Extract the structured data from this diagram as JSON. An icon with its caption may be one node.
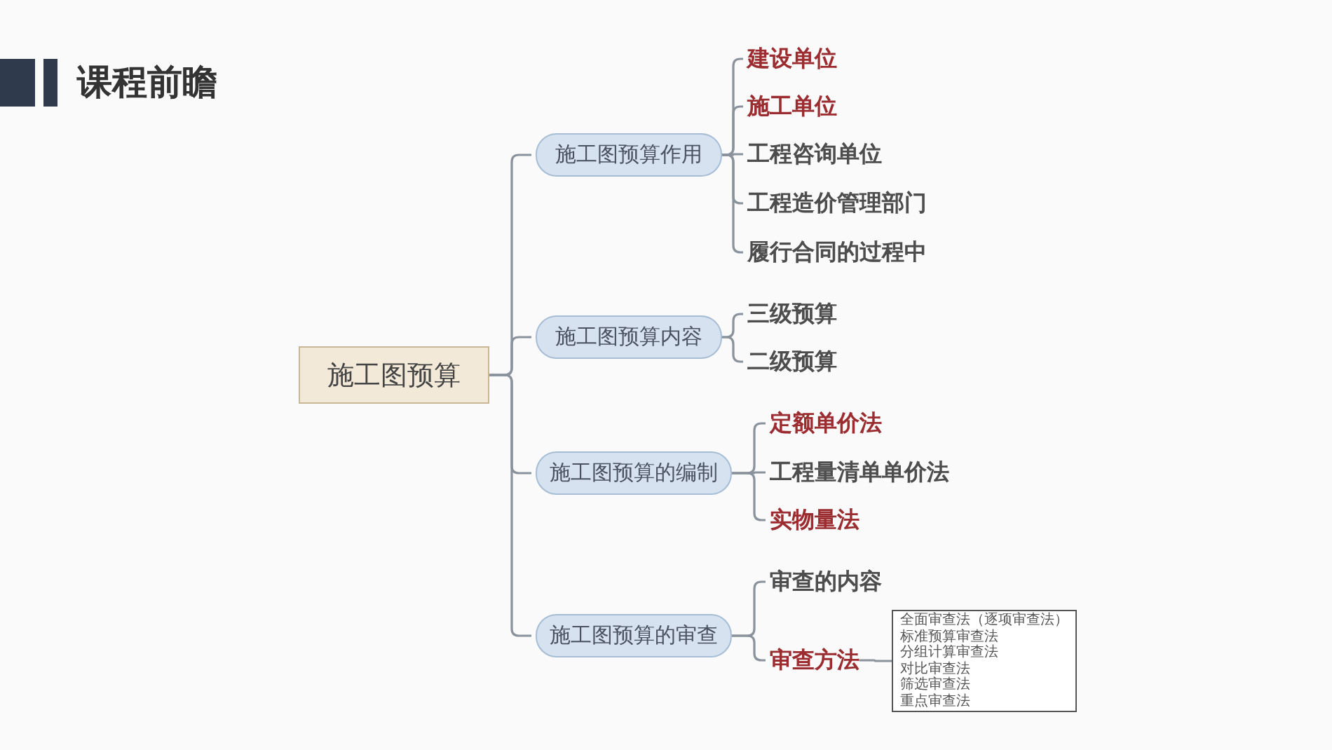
{
  "diagram": {
    "title": "课程前瞻",
    "nodes": [
      {
        "text": [
          "施工图预算"
        ]
      },
      {
        "text": [
          "施工图预算作用"
        ]
      },
      {
        "text": [
          "建设单位"
        ]
      },
      {
        "text": [
          "施工单位"
        ]
      },
      {
        "text": [
          "工程咨询单位"
        ]
      },
      {
        "text": [
          "工程造价管理部门"
        ]
      },
      {
        "text": [
          "履行合同的过程中"
        ]
      },
      {
        "text": [
          "施工图预算内容"
        ]
      },
      {
        "text": [
          "三级预算"
        ]
      },
      {
        "text": [
          "二级预算"
        ]
      },
      {
        "text": [
          "施工图预算的编制"
        ]
      },
      {
        "text": [
          "定额单价法"
        ]
      },
      {
        "text": [
          "工程量清单单价法"
        ]
      },
      {
        "text": [
          "实物量法"
        ]
      },
      {
        "text": [
          "施工图预算的审查"
        ]
      },
      {
        "text": [
          "审查的内容"
        ]
      },
      {
        "text": [
          "审查方法"
        ]
      },
      {
        "text": [
          "全面审查法（逐项审查法）",
          "标准预算审查法",
          "分组计算审查法",
          "对比审查法",
          "筛选审查法",
          "重点审查法"
        ]
      }
    ],
    "edges": [
      {
        "from": 0,
        "to": 1,
        "arrow": "none"
      },
      {
        "from": 0,
        "to": 7,
        "arrow": "none"
      },
      {
        "from": 0,
        "to": 10,
        "arrow": "none"
      },
      {
        "from": 0,
        "to": 14,
        "arrow": "none"
      },
      {
        "from": 1,
        "to": 2,
        "arrow": "none"
      },
      {
        "from": 1,
        "to": 3,
        "arrow": "none"
      },
      {
        "from": 1,
        "to": 4,
        "arrow": "none"
      },
      {
        "from": 1,
        "to": 5,
        "arrow": "none"
      },
      {
        "from": 1,
        "to": 6,
        "arrow": "none"
      },
      {
        "from": 7,
        "to": 8,
        "arrow": "none"
      },
      {
        "from": 7,
        "to": 9,
        "arrow": "none"
      },
      {
        "from": 10,
        "to": 11,
        "arrow": "none"
      },
      {
        "from": 10,
        "to": 12,
        "arrow": "none"
      },
      {
        "from": 10,
        "to": 13,
        "arrow": "none"
      },
      {
        "from": 14,
        "to": 15,
        "arrow": "none"
      },
      {
        "from": 14,
        "to": 16,
        "arrow": "none"
      },
      {
        "from": 16,
        "to": 17,
        "arrow": "none"
      }
    ]
  }
}
